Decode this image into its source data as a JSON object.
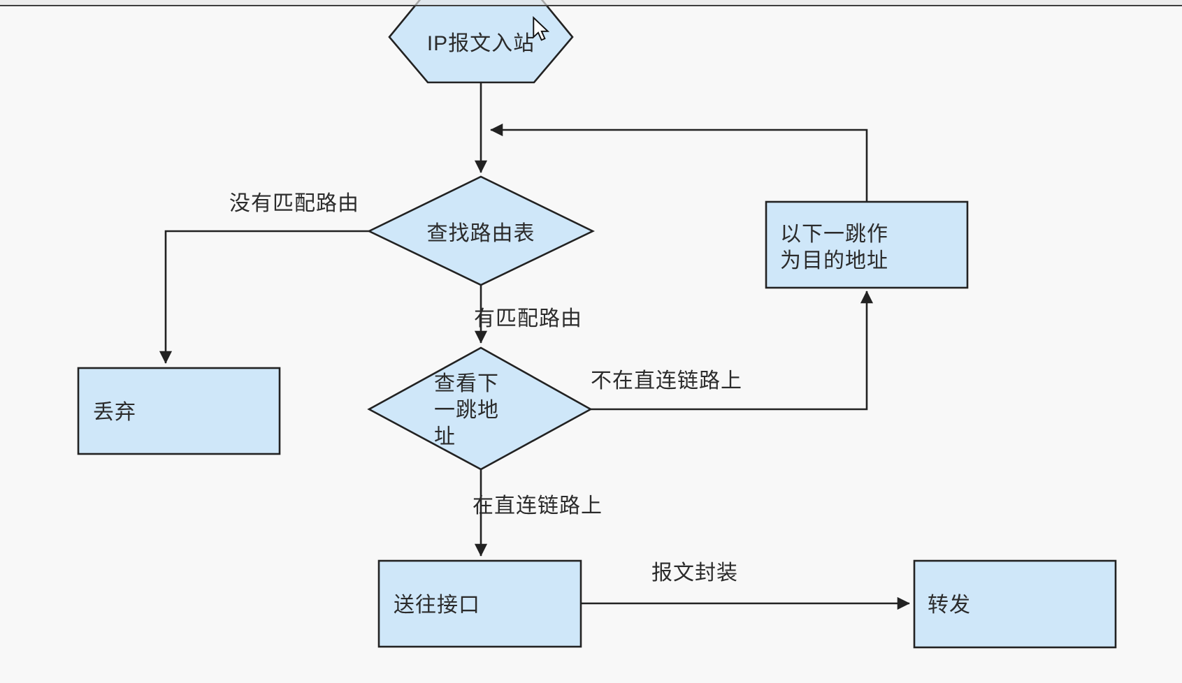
{
  "window": {
    "background": "#f8f8f8",
    "top_strip_color": "#ebebeb",
    "top_line_color": "#3f3f3f"
  },
  "theme": {
    "node_fill": "#cfe7f9",
    "node_stroke": "#222222",
    "edge_color": "#222222",
    "text_color": "#2b2b2b"
  },
  "diagram_type": "flowchart",
  "nodes": {
    "start": {
      "shape": "hexagon",
      "label": "IP报文入站"
    },
    "lookup_route": {
      "shape": "diamond",
      "label": "查找路由表"
    },
    "discard": {
      "shape": "rect",
      "label": "丢弃"
    },
    "check_next_hop": {
      "shape": "diamond",
      "label": "查看下\n一跳地\n址"
    },
    "next_hop_as_dest": {
      "shape": "rect",
      "label": "以下一跳作\n为目的地址"
    },
    "send_to_interface": {
      "shape": "rect",
      "label": "送往接口"
    },
    "forward": {
      "shape": "rect",
      "label": "转发"
    }
  },
  "edges": {
    "no_match": {
      "from": "lookup_route",
      "to": "discard",
      "label": "没有匹配路由"
    },
    "match": {
      "from": "lookup_route",
      "to": "check_next_hop",
      "label": "有匹配路由"
    },
    "not_on_direct_link": {
      "from": "check_next_hop",
      "to": "next_hop_as_dest",
      "label": "不在直连链路上"
    },
    "on_direct_link": {
      "from": "check_next_hop",
      "to": "send_to_interface",
      "label": "在直连链路上"
    },
    "encapsulate": {
      "from": "send_to_interface",
      "to": "forward",
      "label": "报文封装"
    },
    "start_to_lookup": {
      "from": "start",
      "to": "lookup_route",
      "label": ""
    },
    "loop_back": {
      "from": "next_hop_as_dest",
      "to": "lookup_route",
      "label": ""
    }
  },
  "cursor": {
    "glyph": "arrow-pointer"
  }
}
